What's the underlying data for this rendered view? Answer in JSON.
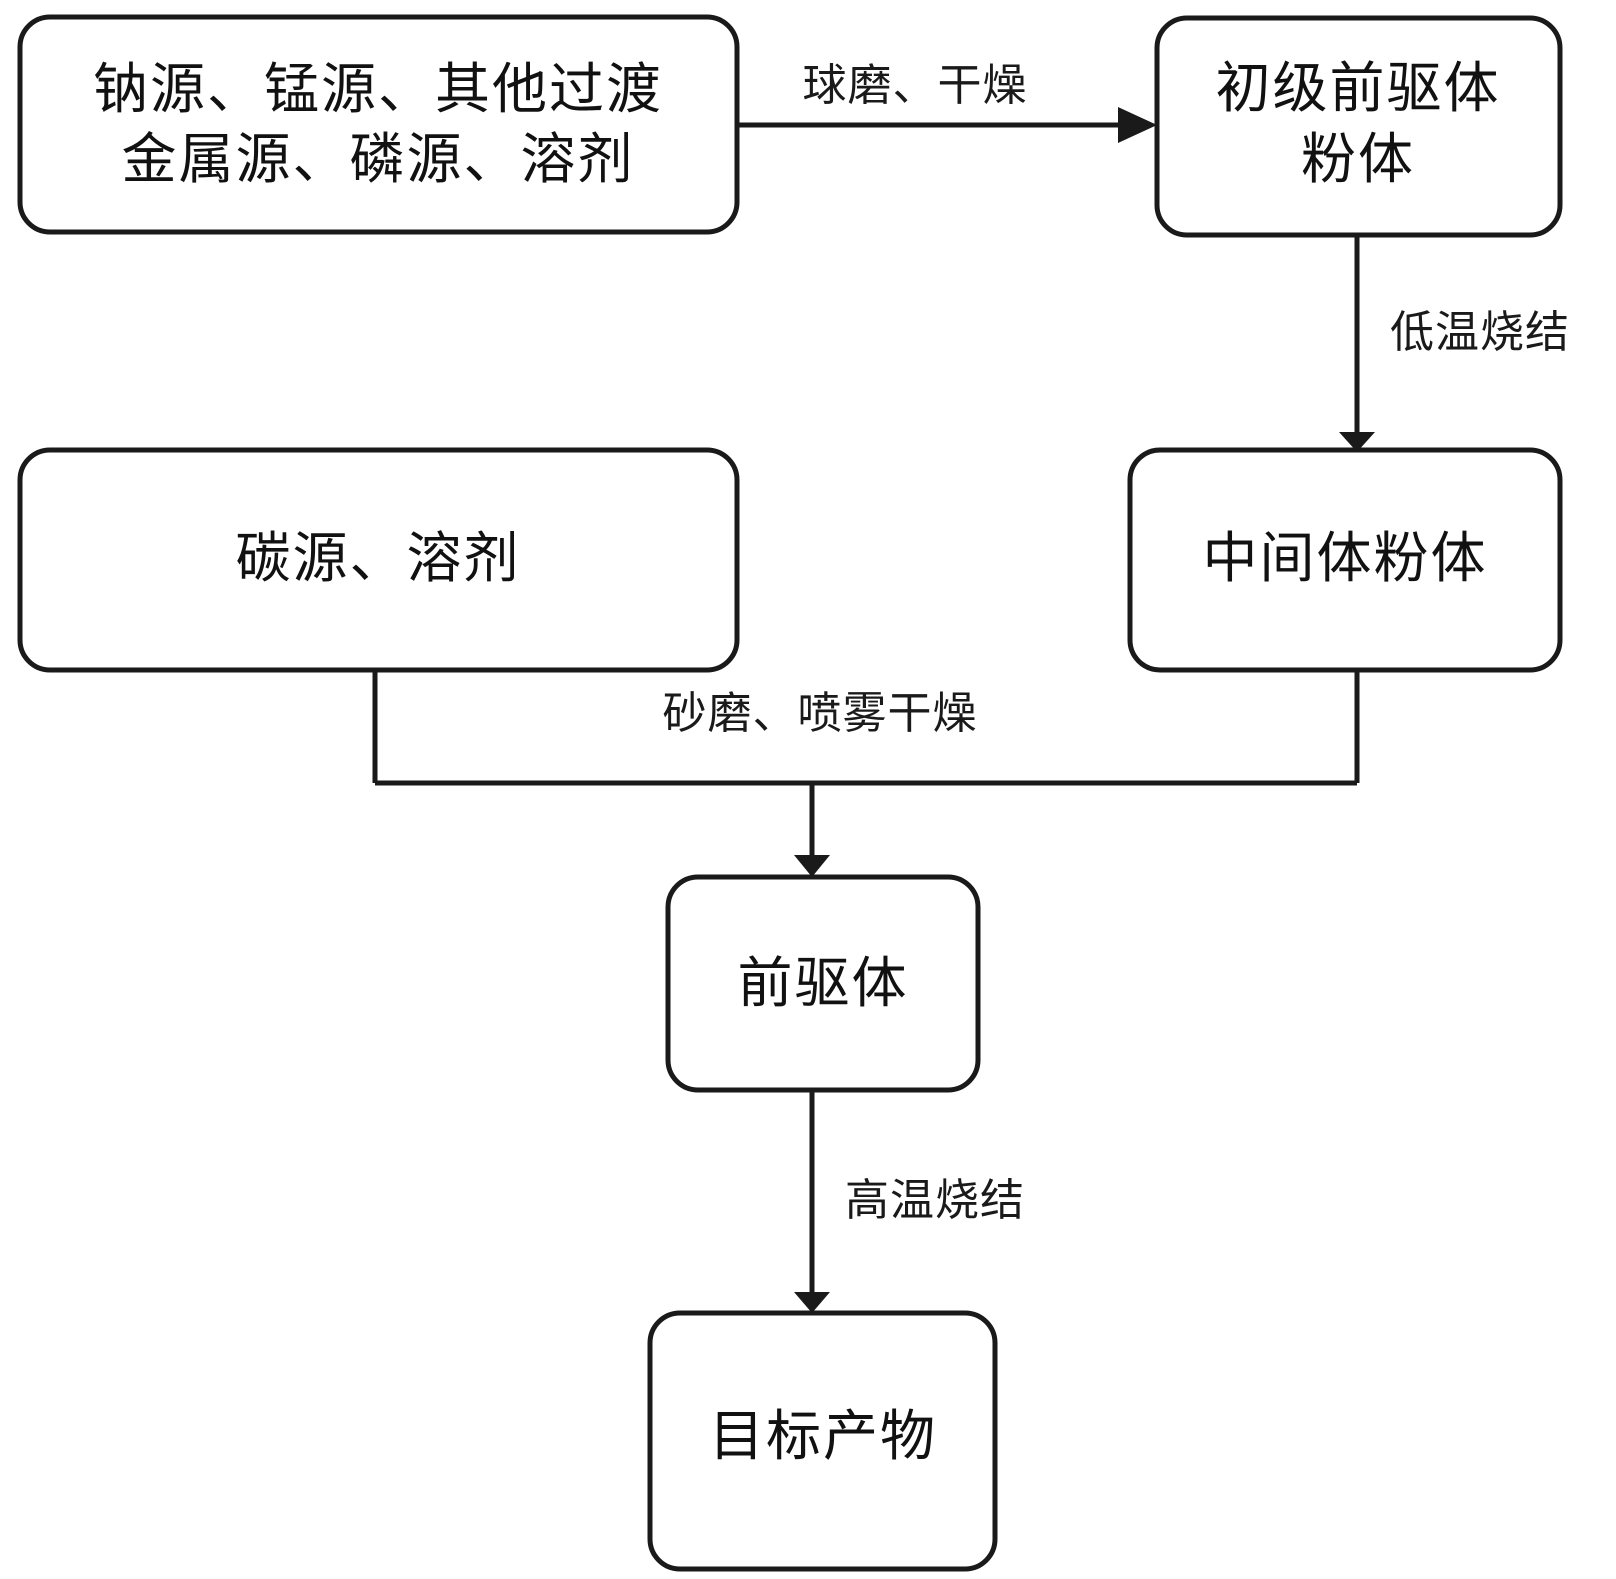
{
  "diagram": {
    "type": "flowchart",
    "title": "",
    "orientation": "top-to-bottom",
    "background_color": "#ffffff",
    "stroke_color": "#1a1a1a",
    "text_color": "#111111",
    "nodes": [
      {
        "id": "raw-materials",
        "shape": "rounded-rectangle",
        "line1": "钠源、锰源、其他过渡",
        "line2": "金属源、磷源、溶剂",
        "full_text": "钠源、锰源、其他过渡金属源、磷源、溶剂"
      },
      {
        "id": "primary-precursor-powder",
        "shape": "rounded-rectangle",
        "line1": "初级前驱体",
        "line2": "粉体",
        "full_text": "初级前驱体粉体"
      },
      {
        "id": "carbon-source-solvent",
        "shape": "rounded-rectangle",
        "line1": "碳源、溶剂",
        "line2": "",
        "full_text": "碳源、溶剂"
      },
      {
        "id": "intermediate-powder",
        "shape": "rounded-rectangle",
        "line1": "中间体粉体",
        "line2": "",
        "full_text": "中间体粉体"
      },
      {
        "id": "precursor",
        "shape": "rounded-rectangle",
        "line1": "前驱体",
        "line2": "",
        "full_text": "前驱体"
      },
      {
        "id": "target-product",
        "shape": "rounded-rectangle",
        "line1": "目标产物",
        "line2": "",
        "full_text": "目标产物"
      }
    ],
    "edges": [
      {
        "id": "edge-ballmill-dry",
        "from": "raw-materials",
        "to": "primary-precursor-powder",
        "label": "球磨、干燥",
        "direction": "right"
      },
      {
        "id": "edge-low-temp-sinter",
        "from": "primary-precursor-powder",
        "to": "intermediate-powder",
        "label": "低温烧结",
        "direction": "down"
      },
      {
        "id": "edge-sandmill-spraydry",
        "from": "carbon-source-solvent + intermediate-powder",
        "to": "precursor",
        "label": "砂磨、喷雾干燥",
        "direction": "merge-down"
      },
      {
        "id": "edge-high-temp-sinter",
        "from": "precursor",
        "to": "target-product",
        "label": "高温烧结",
        "direction": "down"
      }
    ]
  }
}
